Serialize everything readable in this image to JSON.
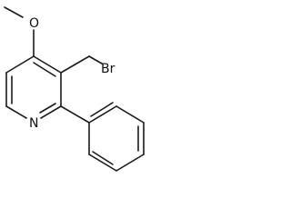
{
  "molecule": {
    "atoms": {
      "oxygen": "O",
      "bromine": "Br",
      "nitrogen": "N"
    },
    "colors": {
      "bond": "#1a1a1a",
      "label": "#111111",
      "background": "#ffffff"
    }
  }
}
